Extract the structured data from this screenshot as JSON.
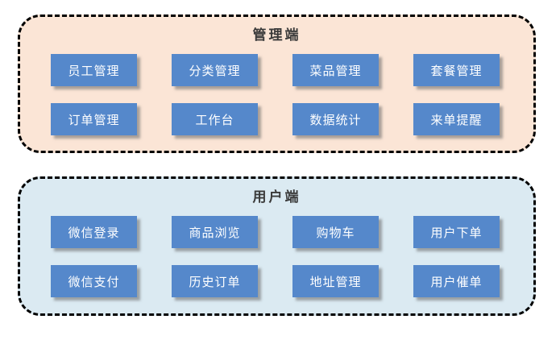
{
  "colors": {
    "admin_panel_bg": "#FBE5D6",
    "user_panel_bg": "#DBEAF2",
    "button_bg": "#5588CB",
    "button_text": "#FFFFFF",
    "title_text": "#3A3A3A",
    "border": "#000000"
  },
  "sections": {
    "admin": {
      "title": "管理端",
      "buttons": [
        "员工管理",
        "分类管理",
        "菜品管理",
        "套餐管理",
        "订单管理",
        "工作台",
        "数据统计",
        "来单提醒"
      ]
    },
    "user": {
      "title": "用户端",
      "buttons": [
        "微信登录",
        "商品浏览",
        "购物车",
        "用户下单",
        "微信支付",
        "历史订单",
        "地址管理",
        "用户催单"
      ]
    }
  }
}
